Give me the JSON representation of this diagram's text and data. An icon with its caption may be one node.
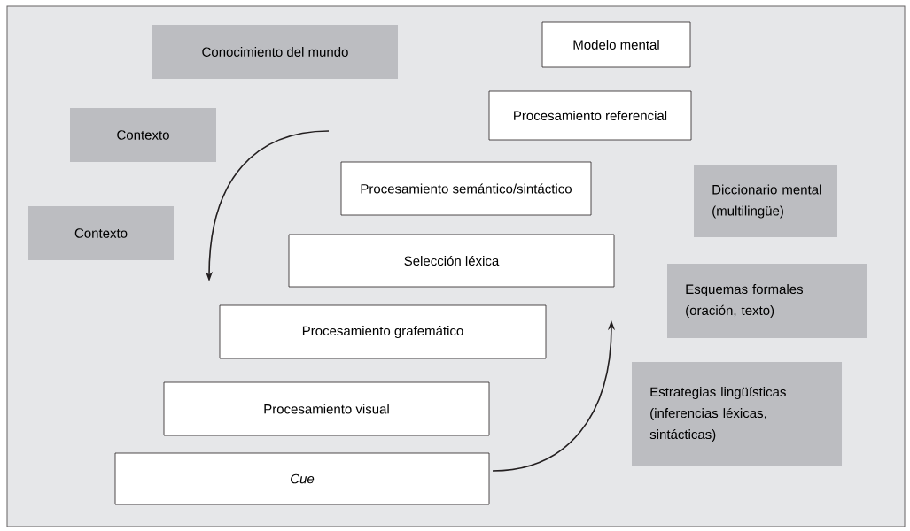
{
  "diagram": {
    "nodes": [
      {
        "text": [
          "Conocimiento del mundo"
        ]
      },
      {
        "text": [
          "Modelo mental"
        ]
      },
      {
        "text": [
          "Contexto"
        ]
      },
      {
        "text": [
          "Procesamiento referencial"
        ]
      },
      {
        "text": [
          "Procesamiento semántico/sintáctico"
        ]
      },
      {
        "text": [
          "Diccionario mental (multilingüe)"
        ]
      },
      {
        "text": [
          "Contexto"
        ]
      },
      {
        "text": [
          "Selección léxica"
        ]
      },
      {
        "text": [
          "Esquemas formales (oración, texto)"
        ]
      },
      {
        "text": [
          "Procesamiento grafemático"
        ]
      },
      {
        "text": [
          "Estrategias lingüísticas (inferencias léxicas, sintácticas)"
        ]
      },
      {
        "text": [
          "Procesamiento visual"
        ]
      },
      {
        "text": [
          "Cue"
        ]
      }
    ]
  }
}
